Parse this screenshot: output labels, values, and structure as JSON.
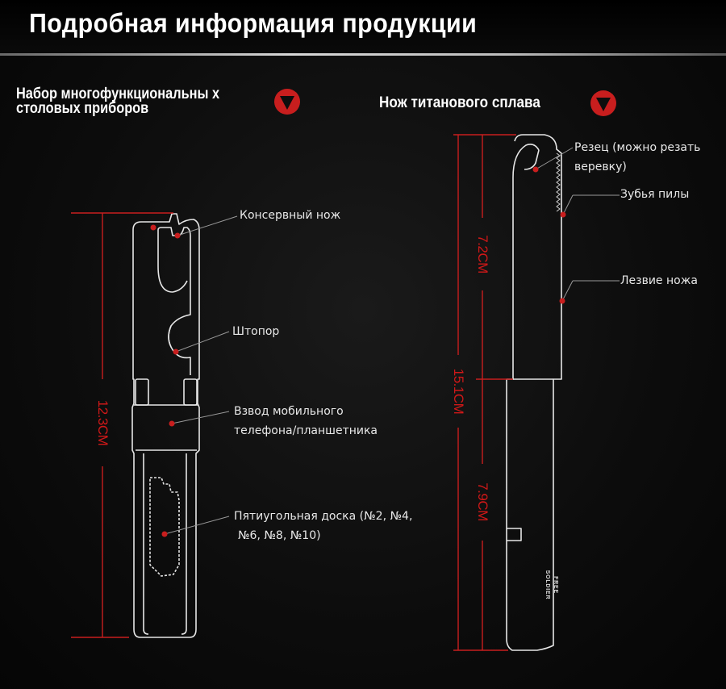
{
  "header": {
    "title": "Подробная информация продукции"
  },
  "left": {
    "title": "Набор многофункциональны х столовых приборов",
    "dimension": "12.3CM",
    "callouts": {
      "can_opener": "Консервный нож",
      "corkscrew": "Штопор",
      "phone_stand_1": "Взвод мобильного",
      "phone_stand_2": "телефона/планшетника",
      "hex_wrench_1": "Пятиугольная доска (№2, №4,",
      "hex_wrench_2": "№6, №8, №10)"
    }
  },
  "right": {
    "title": "Нож титанового сплава",
    "dimensions": {
      "top": "7.2CM",
      "total": "15.1CM",
      "bottom": "7.9CM"
    },
    "callouts": {
      "cutter_1": "Резец (можно резать",
      "cutter_2": "веревку)",
      "saw_teeth": "Зубья пилы",
      "blade": "Лезвие ножа"
    },
    "brand": "FREE SOLDIER"
  },
  "colors": {
    "accent": "#c81e1e",
    "line": "#e6e6e6",
    "background": "#0d0d0d"
  }
}
